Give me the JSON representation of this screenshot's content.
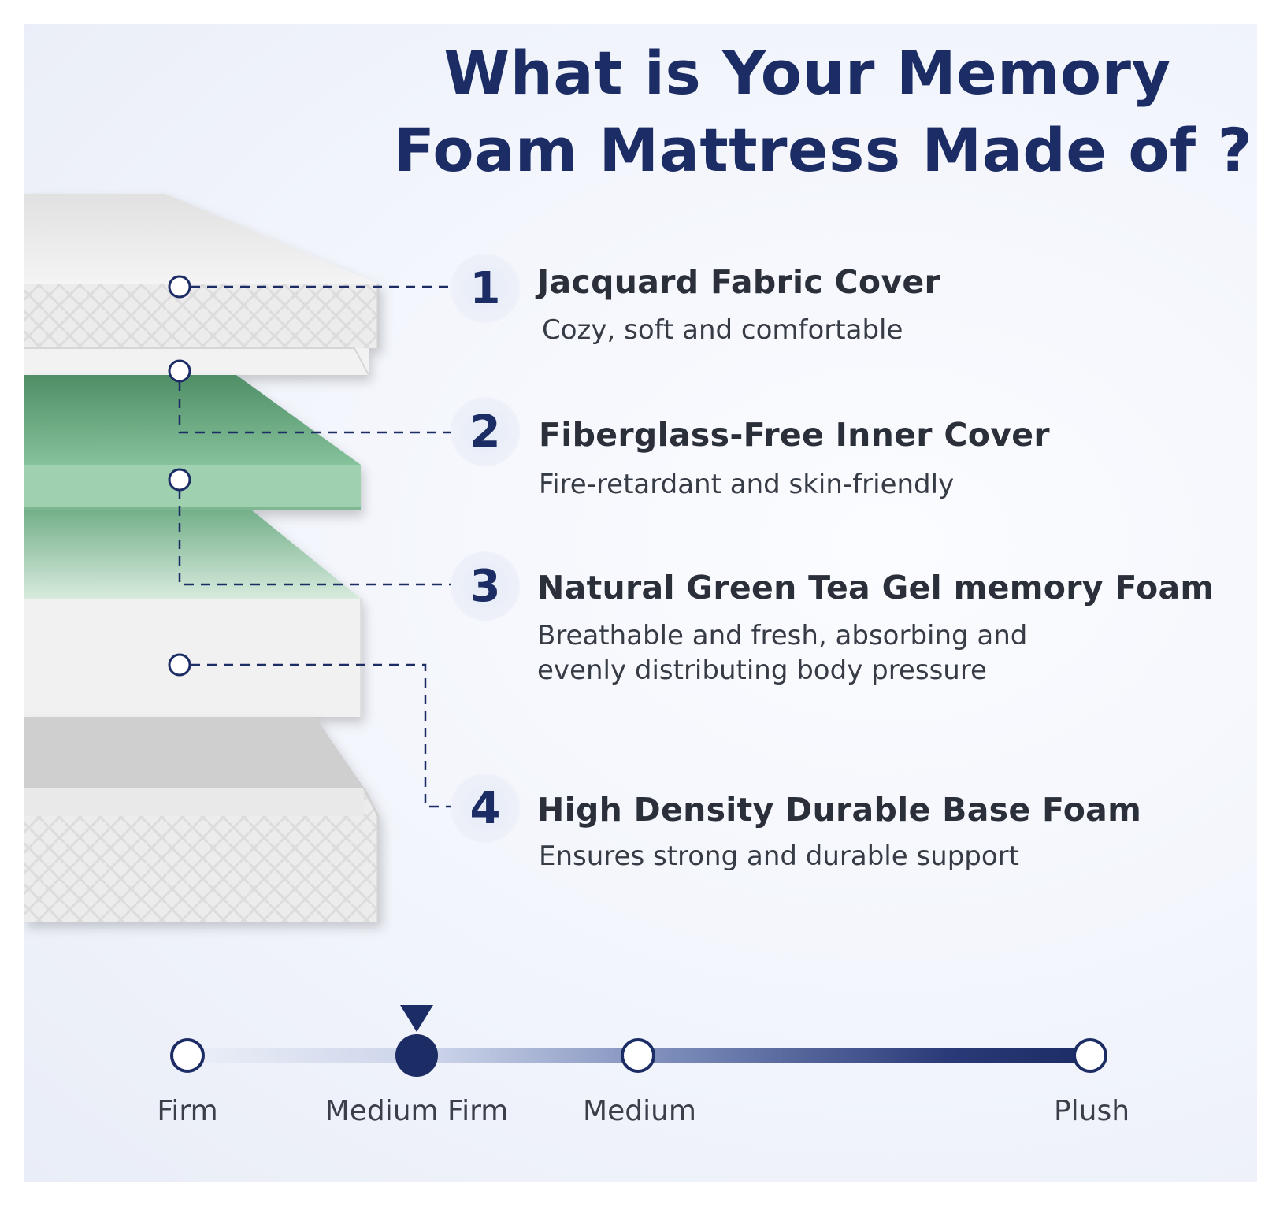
{
  "title": {
    "line1": "What is Your Memory",
    "line2": "Foam Mattress Made of ?"
  },
  "layers": [
    {
      "number": "1",
      "title": "Jacquard Fabric Cover",
      "desc": [
        "Cozy, soft and comfortable"
      ]
    },
    {
      "number": "2",
      "title": "Fiberglass-Free Inner Cover",
      "desc": [
        "Fire-retardant and skin-friendly"
      ]
    },
    {
      "number": "3",
      "title": "Natural Green Tea Gel memory Foam",
      "desc": [
        "Breathable and fresh, absorbing and",
        "evenly distributing body pressure"
      ]
    },
    {
      "number": "4",
      "title": "High Density Durable Base Foam",
      "desc": [
        "Ensures strong and durable support"
      ]
    }
  ],
  "firmness": {
    "levels": [
      "Firm",
      "Medium Firm",
      "Medium",
      "Plush"
    ],
    "selected": "Medium Firm"
  },
  "colors": {
    "navy": "#1c2c64",
    "green_foam": "#8fc9a3",
    "cover_white": "#f3f3f3"
  }
}
